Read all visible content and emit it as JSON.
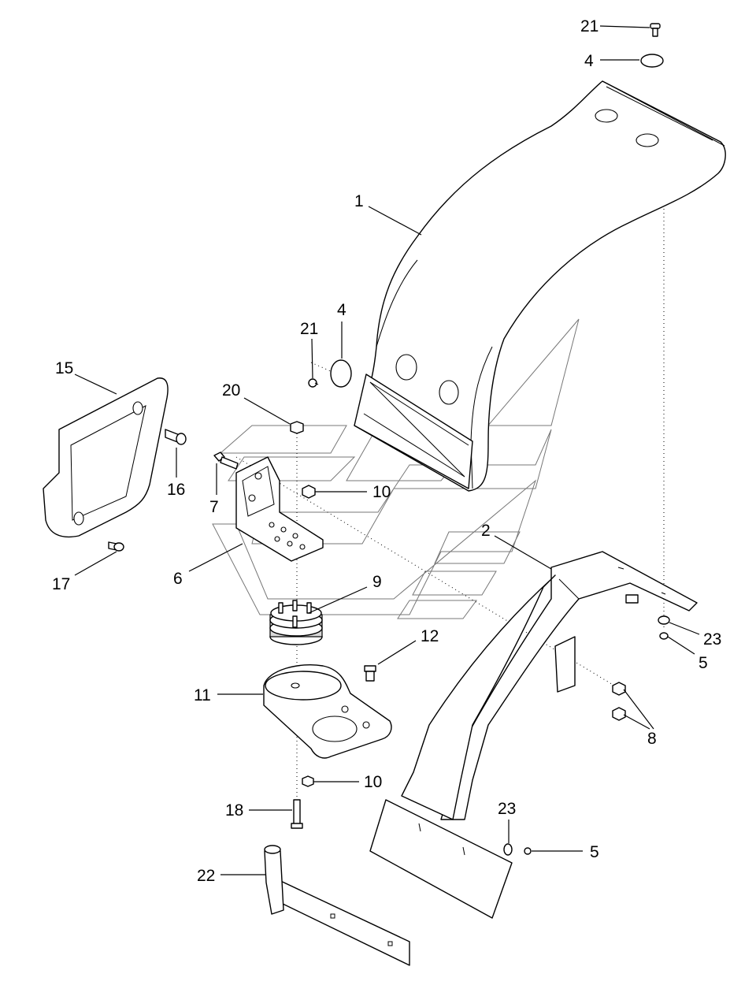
{
  "callouts": {
    "c21_top": "21",
    "c4_top": "4",
    "c1": "1",
    "c21_mid": "21",
    "c4_mid": "4",
    "c15": "15",
    "c20": "20",
    "c16": "16",
    "c7": "7",
    "c10_upper": "10",
    "c2": "2",
    "c6": "6",
    "c17": "17",
    "c9": "9",
    "c23_right": "23",
    "c5_right": "5",
    "c12": "12",
    "c11": "11",
    "c8": "8",
    "c10_lower": "10",
    "c23_bottom": "23",
    "c18": "18",
    "c5_bottom": "5",
    "c22": "22"
  }
}
